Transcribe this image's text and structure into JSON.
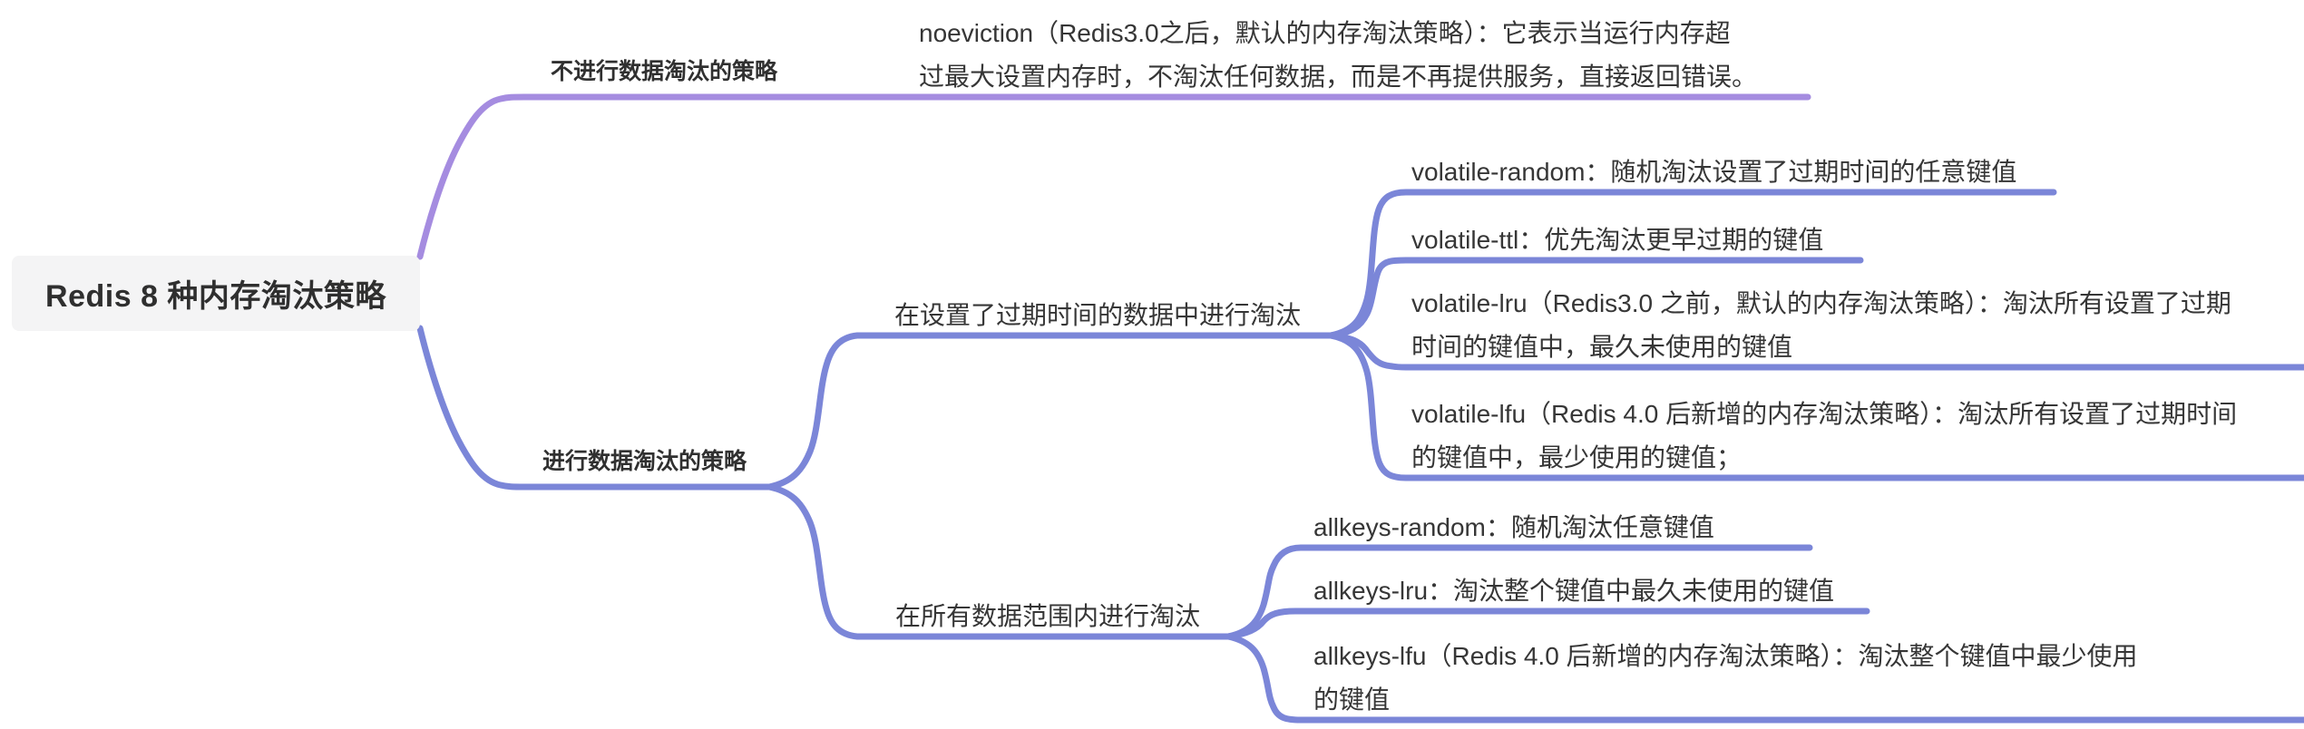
{
  "title": "Redis 内存淘汰策略思维导图",
  "colors": {
    "top_branch": "#a58ce0",
    "bottom_branch": "#7b86d8",
    "text": "#333333",
    "root_background": "#f4f4f5"
  },
  "root": {
    "label": "Redis 8 种内存淘汰策略"
  },
  "nodes": {
    "no_eviction_group": {
      "label": "不进行数据淘汰的策略"
    },
    "noeviction": {
      "lines": [
        "noeviction（Redis3.0之后，默认的内存淘汰策略）：它表示当运行内存超",
        "过最大设置内存时，不淘汰任何数据，而是不再提供服务，直接返回错误。"
      ]
    },
    "eviction_group": {
      "label": "进行数据淘汰的策略"
    },
    "volatile_group": {
      "label": "在设置了过期时间的数据中进行淘汰"
    },
    "volatile_random": {
      "label": "volatile-random：随机淘汰设置了过期时间的任意键值"
    },
    "volatile_ttl": {
      "label": "volatile-ttl：优先淘汰更早过期的键值"
    },
    "volatile_lru": {
      "lines": [
        "volatile-lru（Redis3.0 之前，默认的内存淘汰策略）：淘汰所有设置了过期",
        "时间的键值中，最久未使用的键值"
      ]
    },
    "volatile_lfu": {
      "lines": [
        "volatile-lfu（Redis 4.0 后新增的内存淘汰策略）：淘汰所有设置了过期时间",
        "的键值中，最少使用的键值；"
      ]
    },
    "allkeys_group": {
      "label": "在所有数据范围内进行淘汰"
    },
    "allkeys_random": {
      "label": "allkeys-random：随机淘汰任意键值"
    },
    "allkeys_lru": {
      "label": "allkeys-lru：淘汰整个键值中最久未使用的键值"
    },
    "allkeys_lfu": {
      "lines": [
        "allkeys-lfu（Redis 4.0 后新增的内存淘汰策略）：淘汰整个键值中最少使用",
        "的键值"
      ]
    }
  }
}
